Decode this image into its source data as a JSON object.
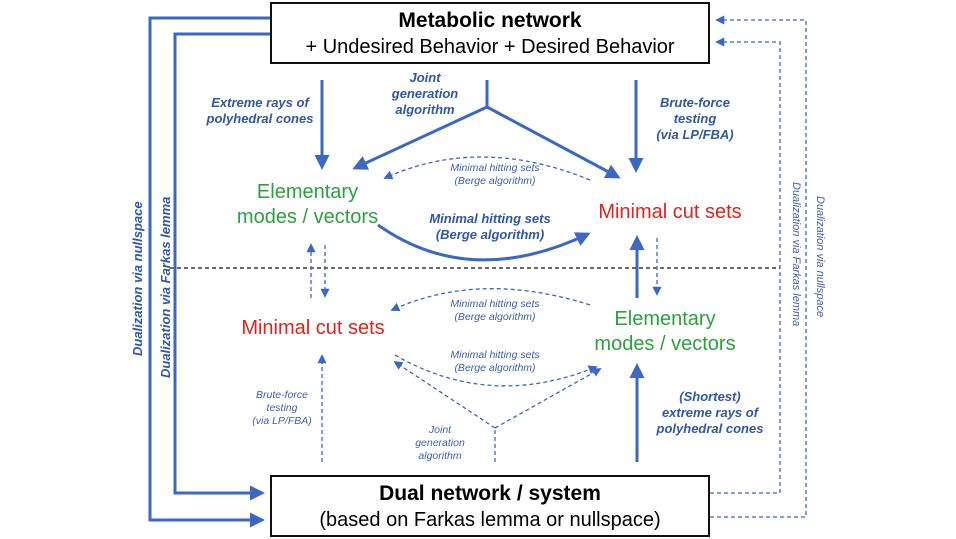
{
  "top_box": {
    "title": "Metabolic network",
    "subtitle": "+ Undesired Behavior + Desired Behavior"
  },
  "bottom_box": {
    "title": "Dual network / system",
    "subtitle": "(based on Farkas lemma or nullspace)"
  },
  "upper": {
    "em_line1": "Elementary",
    "em_line2": "modes / vectors",
    "mcs": "Minimal cut sets",
    "extreme_rays_line1": "Extreme rays of",
    "extreme_rays_line2": "polyhedral cones",
    "joint_line1": "Joint",
    "joint_line2": "generation",
    "joint_line3": "algorithm",
    "brute_line1": "Brute-force",
    "brute_line2": "testing",
    "brute_line3": "(via LP/FBA)",
    "mhs_dashed_line1": "Minimal hitting sets",
    "mhs_dashed_line2": "(Berge algorithm)",
    "mhs_bold_line1": "Minimal hitting sets",
    "mhs_bold_line2": "(Berge algorithm)"
  },
  "lower": {
    "mcs": "Minimal cut sets",
    "em_line1": "Elementary",
    "em_line2": "modes / vectors",
    "mhs1_line1": "Minimal hitting sets",
    "mhs1_line2": "(Berge algorithm)",
    "mhs2_line1": "Minimal hitting sets",
    "mhs2_line2": "(Berge algorithm)",
    "brute_line1": "Brute-force",
    "brute_line2": "testing",
    "brute_line3": "(via LP/FBA)",
    "joint_line1": "Joint",
    "joint_line2": "generation",
    "joint_line3": "algorithm",
    "shortest_line1": "(Shortest)",
    "shortest_line2": "extreme rays of",
    "shortest_line3": "polyhedral cones"
  },
  "side": {
    "left_outer": "Dualization via nullspace",
    "left_inner": "Dualization via Farkas lemma",
    "right_inner": "Dualization via Farkas lemma",
    "right_outer": "Dualization via nullspace"
  },
  "colors": {
    "arrow_blue": "#3a68c4",
    "green": "#2aa43a",
    "red": "#e0231b"
  }
}
